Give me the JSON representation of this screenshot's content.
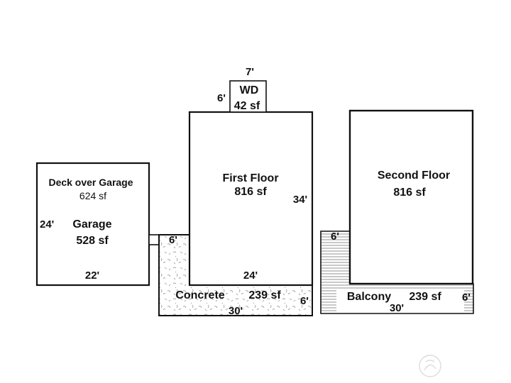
{
  "rooms": {
    "wd": {
      "name": "WD",
      "area": "42 sf",
      "width_dim": "7'",
      "depth_dim": "6'"
    },
    "first_floor": {
      "name": "First Floor",
      "area": "816 sf",
      "depth_dim": "34'",
      "width_dim": "24'"
    },
    "second_floor": {
      "name": "Second Floor",
      "area": "816 sf"
    },
    "garage": {
      "name": "Garage",
      "area": "528 sf",
      "depth_dim": "24'",
      "width_dim": "22'",
      "deck_label": "Deck over Garage",
      "deck_area": "624 sf"
    },
    "connector": {
      "dim": "6'"
    },
    "concrete": {
      "name": "Concrete",
      "area": "239 sf",
      "width_dim": "30'",
      "depth_dim": "6'"
    },
    "balcony": {
      "name": "Balcony",
      "area": "239 sf",
      "width_dim": "30'",
      "depth_dim": "6'",
      "side_dim": "6'"
    }
  },
  "colors": {
    "line": "#111111",
    "background": "#ffffff",
    "pattern": "#777777"
  },
  "icons": {
    "watermark": "watermark-logo-icon"
  }
}
